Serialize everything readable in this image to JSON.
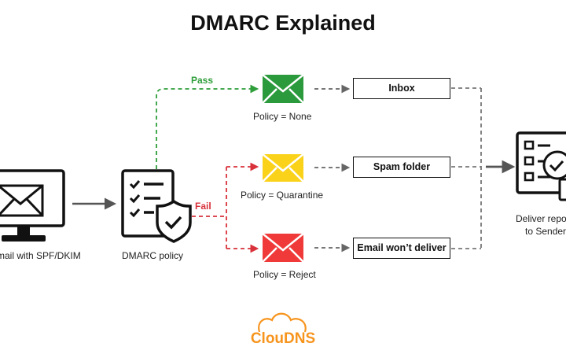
{
  "title": "DMARC Explained",
  "labels": {
    "sender": "Email with SPF/DKIM",
    "dmarc": "DMARC policy",
    "pass": "Pass",
    "fail": "Fail",
    "policy_none": "Policy = None",
    "policy_quarantine": "Policy = Quarantine",
    "policy_reject": "Policy = Reject",
    "report_line1": "Deliver reports",
    "report_line2": "to Sender"
  },
  "outcomes": {
    "inbox": "Inbox",
    "spam": "Spam folder",
    "reject": "Email won’t deliver"
  },
  "brand": {
    "name": "ClouDNS"
  },
  "colors": {
    "pass": "#2e9e3a",
    "fail": "#d8313a",
    "envelope_green": "#2a9a3c",
    "envelope_yellow": "#fbd21a",
    "envelope_red": "#f03a3a",
    "brand_orange": "#f7941d",
    "arrow_gray": "#555555",
    "dash_gray": "#777777"
  }
}
